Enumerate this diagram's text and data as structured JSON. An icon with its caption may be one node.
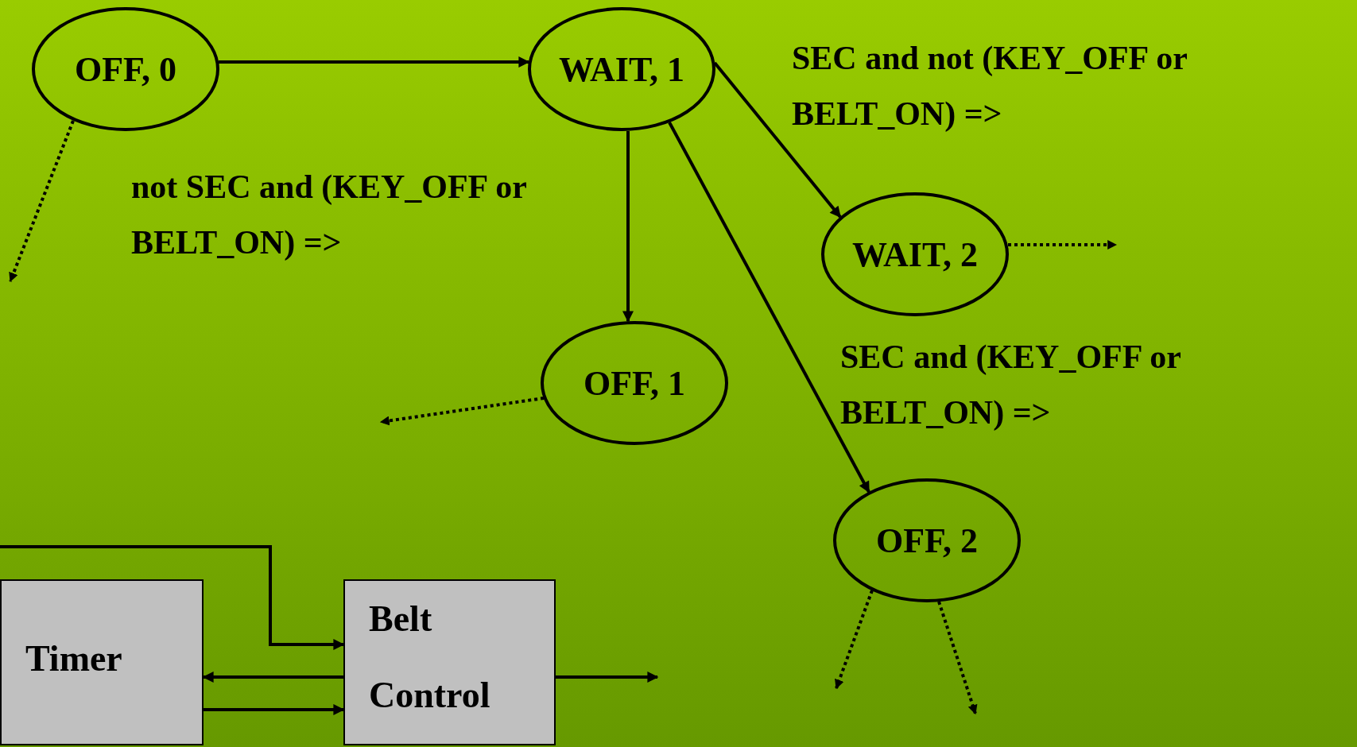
{
  "diagram": {
    "nodes": [
      {
        "text": [
          "OFF, 0"
        ]
      },
      {
        "text": [
          "WAIT, 1"
        ]
      },
      {
        "text": [
          "WAIT, 2"
        ]
      },
      {
        "text": [
          "OFF, 1"
        ]
      },
      {
        "text": [
          "OFF, 2"
        ]
      },
      {
        "text": [
          "Timer"
        ]
      },
      {
        "text": [
          "Belt Control"
        ]
      }
    ],
    "edges": [
      {
        "from": 0,
        "to": 1,
        "arrow": "to"
      },
      {
        "from": 0,
        "to": null,
        "arrow": "to",
        "style": "dashed"
      },
      {
        "from": 1,
        "to": 3,
        "arrow": "to",
        "label": "not SEC and (KEY_OFF or BELT_ON) =>"
      },
      {
        "from": 1,
        "to": 2,
        "arrow": "to",
        "label": "SEC and not (KEY_OFF or BELT_ON) =>"
      },
      {
        "from": 1,
        "to": 4,
        "arrow": "to",
        "label": "SEC and (KEY_OFF or BELT_ON) =>"
      },
      {
        "from": 2,
        "to": null,
        "arrow": "to",
        "style": "dashed"
      },
      {
        "from": 3,
        "to": null,
        "arrow": "to",
        "style": "dashed"
      },
      {
        "from": 4,
        "to": null,
        "arrow": "to",
        "style": "dashed"
      },
      {
        "from": 4,
        "to": null,
        "arrow": "to",
        "style": "dashed"
      },
      {
        "from": null,
        "to": 6,
        "arrow": "to"
      },
      {
        "from": 6,
        "to": 5,
        "arrow": "to"
      },
      {
        "from": 5,
        "to": 6,
        "arrow": "to"
      },
      {
        "from": 6,
        "to": null,
        "arrow": "to"
      }
    ]
  }
}
